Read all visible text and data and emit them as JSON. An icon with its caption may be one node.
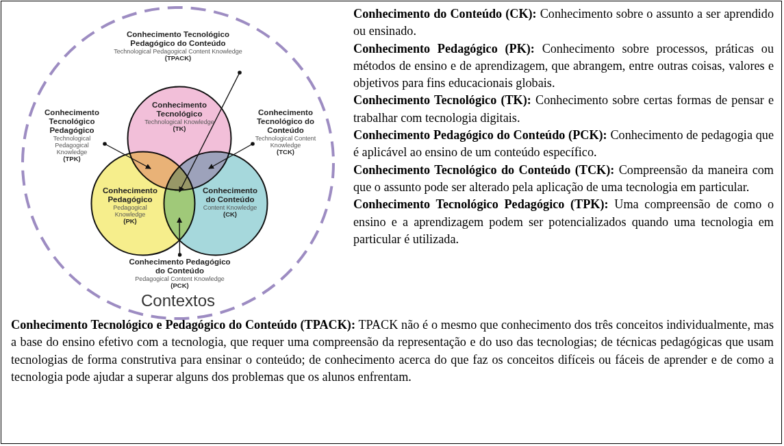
{
  "diagram": {
    "nodes": [
      {
        "text": [
          "Contextos"
        ]
      },
      {
        "text": [
          "Conhecimento Tecnológico Pedagógico do Conteúdo",
          "Technological Pedagogical Content Knowledge",
          "(TPACK)"
        ],
        "in": 0
      },
      {
        "text": [
          "Conhecimento Tecnológico Pedagógico",
          "Technological Pedagogical Knowledge",
          "(TPK)"
        ],
        "in": 0
      },
      {
        "text": [
          "Conhecimento Tecnológico",
          "Technological Knowledge",
          "(TK)"
        ],
        "in": 0
      },
      {
        "text": [
          "Conhecimento Tecnológico do Conteúdo",
          "Technological Content Knowledge",
          "(TCK)"
        ],
        "in": 0
      },
      {
        "text": [
          "Conhecimento Pedagógico",
          "Pedagogical Knowledge",
          "(PK)"
        ],
        "in": 0
      },
      {
        "text": [
          "Conhecimento do Conteúdo",
          "Content Knowledge",
          "(CK)"
        ],
        "in": 0
      },
      {
        "text": [
          "Conhecimento Pedagógico do Conteúdo",
          "Pedagogical Content Knowledge",
          "(PCK)"
        ],
        "in": 0
      }
    ],
    "edges": [
      {
        "from": 1,
        "to": 3,
        "arrow": "to"
      },
      {
        "from": 2,
        "to": 3,
        "arrow": "to"
      },
      {
        "from": 4,
        "to": 3,
        "arrow": "to"
      },
      {
        "from": 7,
        "to": 5,
        "arrow": "to"
      }
    ],
    "labels": [
      "**Conhecimento do Conteúdo (CK):** Conhecimento sobre o assunto a ser aprendido ou ensinado.",
      "**Conhecimento Pedagógico (PK):** Conhecimento sobre processos, práticas ou métodos de ensino e de aprendizagem, que abrangem, entre outras coisas, valores e objetivos para fins educacionais globais.",
      "**Conhecimento Tecnológico (TK):** Conhecimento sobre certas formas de pensar e trabalhar com tecnologia digitais.",
      "**Conhecimento Pedagógico do Conteúdo (PCK):** Conhecimento de pedagogia que é aplicável ao ensino de um conteúdo específico.",
      "**Conhecimento Tecnológico do Conteúdo (TCK):** Compreensão da maneira com que o assunto pode ser alterado pela aplicação de uma tecnologia em particular.",
      "**Conhecimento Tecnológico Pedagógico (TPK):** Uma compreensão de como o ensino e a aprendizagem podem ser potencializados quando uma tecnologia em particular é utilizada.",
      "**Conhecimento Tecnológico e Pedagógico do Conteúdo (TPACK):** TPACK não é o mesmo que conhecimento dos três conceitos individualmente, mas a base do ensino efetivo com a tecnologia, que requer uma compreensão da representação e do uso das tecnologias; de técnicas pedagógicas que usam tecnologias de forma construtiva para ensinar o conteúdo; de conhecimento acerca do que faz os conceitos difíceis ou fáceis de aprender e de como a tecnologia pode ajudar a superar alguns dos problemas que os alunos enfrentam."
    ]
  }
}
